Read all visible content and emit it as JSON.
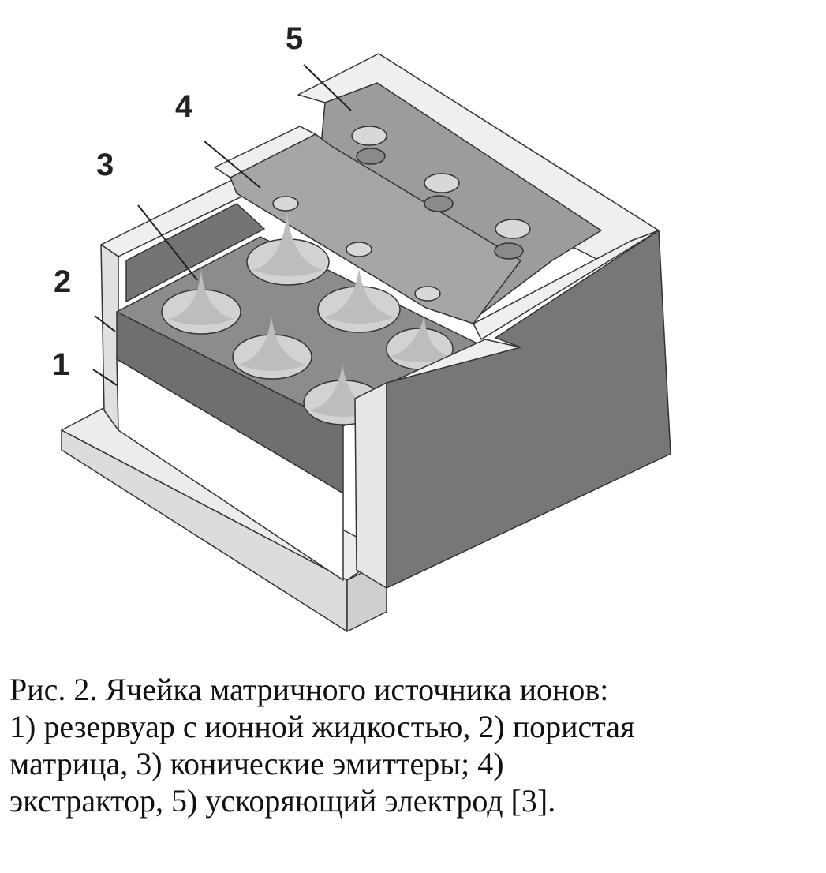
{
  "figure": {
    "labels": [
      "1",
      "2",
      "3",
      "4",
      "5"
    ],
    "colors": {
      "light": "#e8e8e8",
      "mid": "#8f8f8f",
      "dark": "#6e6e6e",
      "plate": "#9a9a9a",
      "edge": "#333333"
    }
  },
  "caption": {
    "lines": [
      "Рис. 2. Ячейка матричного источника ионов:",
      "1) резервуар с ионной жидкостью, 2) пористая",
      "матрица, 3) конические эмиттеры; 4)",
      "экстрактор, 5) ускоряющий электрод [3]."
    ]
  }
}
